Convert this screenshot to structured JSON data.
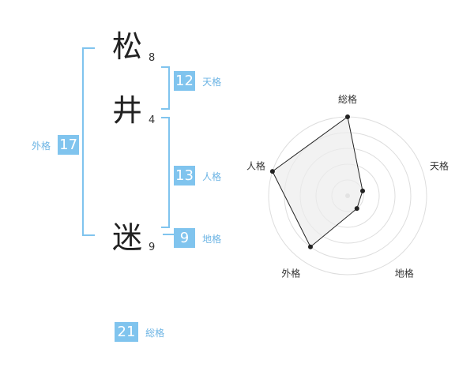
{
  "name": {
    "chars": [
      {
        "char": "松",
        "strokes": "8"
      },
      {
        "char": "井",
        "strokes": "4"
      },
      {
        "char": "迷",
        "strokes": "9"
      }
    ]
  },
  "fortunes": {
    "ten": {
      "value": "12",
      "label": "天格"
    },
    "jin": {
      "value": "13",
      "label": "人格"
    },
    "chi": {
      "value": "9",
      "label": "地格"
    },
    "gai": {
      "value": "17",
      "label": "外格"
    },
    "sou": {
      "value": "21",
      "label": "総格"
    }
  },
  "colors": {
    "accent": "#80c4ee",
    "label": "#6cb4e4"
  },
  "chart_data": {
    "type": "radar",
    "axes": [
      "総格",
      "天格",
      "地格",
      "外格",
      "人格"
    ],
    "values": [
      5,
      1,
      1,
      4,
      5
    ],
    "range": [
      0,
      5
    ],
    "rings": 5,
    "grid": true
  }
}
